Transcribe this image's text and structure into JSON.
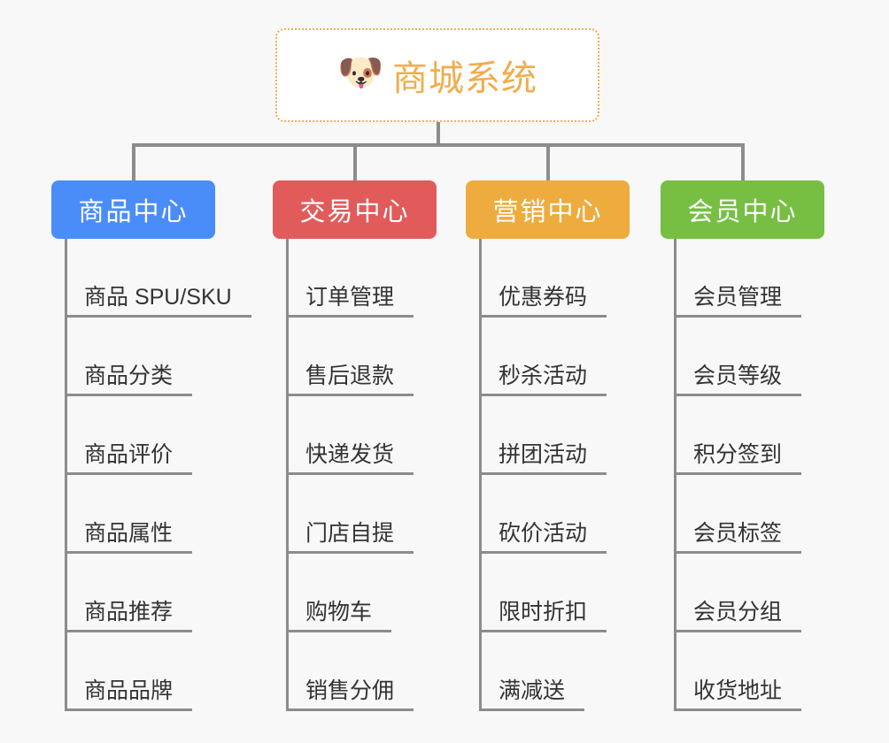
{
  "root": {
    "icon": "dog-face-emoji",
    "icon_glyph": "🐶",
    "title": "商城系统",
    "color": "#f0ad4e",
    "border_style": "dotted"
  },
  "background_color": "#f8f8f8",
  "connector_color": "#8c8c8c",
  "categories": [
    {
      "label": "商品中心",
      "color": "#4b8df8",
      "items": [
        "商品 SPU/SKU",
        "商品分类",
        "商品评价",
        "商品属性",
        "商品推荐",
        "商品品牌"
      ]
    },
    {
      "label": "交易中心",
      "color": "#e15b5b",
      "items": [
        "订单管理",
        "售后退款",
        "快递发货",
        "门店自提",
        "购物车",
        "销售分佣"
      ]
    },
    {
      "label": "营销中心",
      "color": "#eeac3e",
      "items": [
        "优惠券码",
        "秒杀活动",
        "拼团活动",
        "砍价活动",
        "限时折扣",
        "满减送"
      ]
    },
    {
      "label": "会员中心",
      "color": "#76bf43",
      "items": [
        "会员管理",
        "会员等级",
        "积分签到",
        "会员标签",
        "会员分组",
        "收货地址"
      ]
    }
  ]
}
